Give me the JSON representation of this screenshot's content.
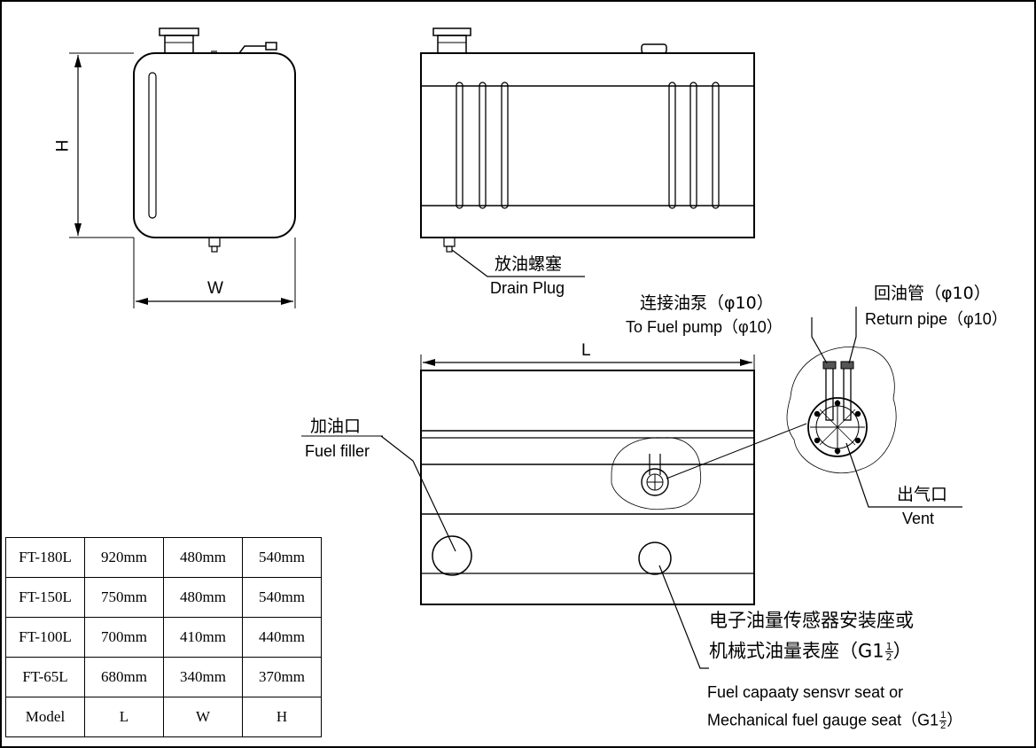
{
  "dimension_labels": {
    "height": "H",
    "width": "W",
    "length": "L"
  },
  "callouts": {
    "drain_plug": {
      "cn": "放油螺塞",
      "en": "Drain Plug"
    },
    "pump": {
      "cn": "连接油泵（φ10）",
      "en": "To Fuel pump（φ10）"
    },
    "return_pipe": {
      "cn": "回油管（φ10）",
      "en": "Return pipe（φ10）"
    },
    "fuel_filler": {
      "cn": "加油口",
      "en": "Fuel filler"
    },
    "vent": {
      "cn": "出气口",
      "en": "Vent"
    },
    "sensor_seat": {
      "cn_line1": "电子油量传感器安装座或",
      "cn_line2": "机械式油量表座（G1",
      "cn_line2_end": "）",
      "en_line1": "Fuel capaaty sensvr seat or",
      "en_line2": "Mechanical fuel gauge seat（G1",
      "en_line2_end": "）",
      "frac_num": "1",
      "frac_den": "2"
    }
  },
  "spec_table": {
    "rows": [
      [
        "FT-180L",
        "920mm",
        "480mm",
        "540mm"
      ],
      [
        "FT-150L",
        "750mm",
        "480mm",
        "540mm"
      ],
      [
        "FT-100L",
        "700mm",
        "410mm",
        "440mm"
      ],
      [
        "FT-65L",
        "680mm",
        "340mm",
        "370mm"
      ],
      [
        "Model",
        "L",
        "W",
        "H"
      ]
    ]
  }
}
